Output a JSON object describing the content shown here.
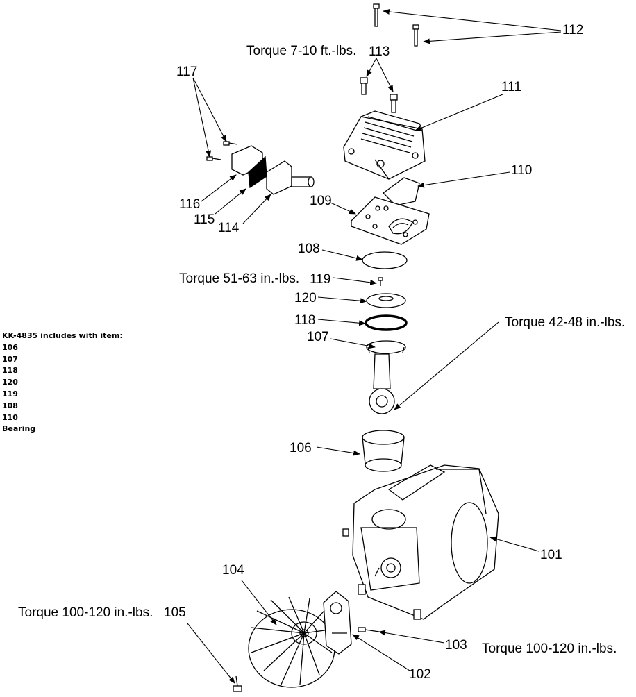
{
  "callouts": {
    "p112": "112",
    "p113": "113",
    "p111": "111",
    "p117": "117",
    "p110": "110",
    "p116": "116",
    "p109": "109",
    "p115": "115",
    "p114": "114",
    "p108": "108",
    "p119": "119",
    "p120": "120",
    "p118": "118",
    "p107": "107",
    "p106": "106",
    "p101": "101",
    "p104": "104",
    "p105": "105",
    "p103": "103",
    "p102": "102"
  },
  "torques": {
    "t113": "Torque  7-10 ft.-lbs.",
    "t119": "Torque  51-63 in.-lbs.",
    "t107": "Torque  42-48 in.-lbs.",
    "t105": "Torque 100-120 in.-lbs.",
    "t103": "Torque 100-120 in.-lbs."
  },
  "kit": {
    "title": "KK-4835 includes with item:",
    "items": [
      "106",
      "107",
      "118",
      "120",
      "119",
      "108",
      "110",
      "Bearing"
    ]
  }
}
